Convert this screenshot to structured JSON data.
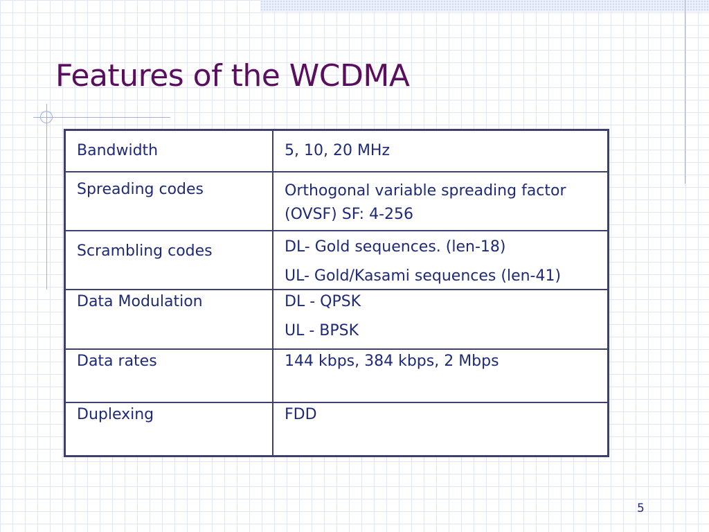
{
  "slide": {
    "title": "Features of the WCDMA",
    "page_number": "5"
  },
  "table": {
    "rows": [
      {
        "feature": "Bandwidth",
        "values": [
          "5, 10, 20 MHz"
        ]
      },
      {
        "feature": "Spreading codes",
        "values": [
          "Orthogonal variable spreading factor",
          "(OVSF)  SF:  4-256"
        ]
      },
      {
        "feature": "Scrambling codes",
        "values": [
          "DL- Gold sequences. (len-18)",
          "UL- Gold/Kasami sequences (len-41)"
        ]
      },
      {
        "feature": "Data Modulation",
        "values": [
          "DL - QPSK",
          "UL - BPSK"
        ]
      },
      {
        "feature": "Data rates",
        "values": [
          "144 kbps, 384 kbps, 2 Mbps"
        ]
      },
      {
        "feature": "Duplexing",
        "values": [
          "FDD"
        ]
      }
    ]
  },
  "colors": {
    "title": "#5a0f5e",
    "text": "#1e2a78",
    "table_border": "#3d3f6e",
    "grid": "#e2e6f4"
  }
}
